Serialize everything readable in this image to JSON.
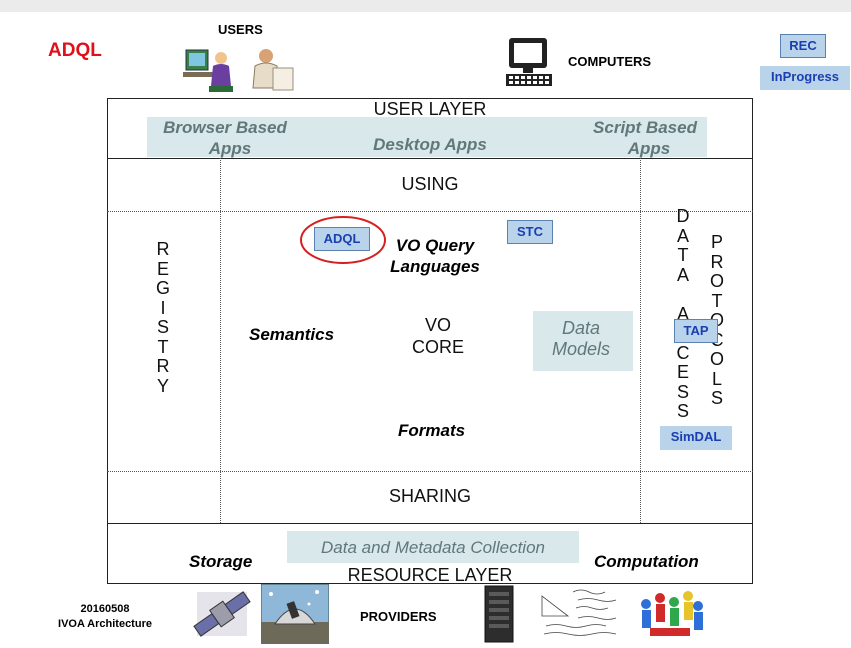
{
  "header": {
    "title": "ADQL",
    "users_label": "USERS",
    "computers_label": "COMPUTERS",
    "status_rec": "REC",
    "status_inprogress": "InProgress"
  },
  "user_layer": {
    "title": "USER LAYER",
    "browser_line1": "Browser Based",
    "browser_line2": "Apps",
    "desktop": "Desktop Apps",
    "script_line1": "Script Based",
    "script_line2": "Apps"
  },
  "using": "USING",
  "sharing": "SHARING",
  "registry_letters": [
    "R",
    "E",
    "G",
    "I",
    "S",
    "T",
    "R",
    "Y"
  ],
  "data_letters": [
    "D",
    "A",
    "T",
    "A",
    " ",
    "A",
    "C",
    "C",
    "E",
    "S",
    "S"
  ],
  "protocols_letters": [
    "P",
    "R",
    "O",
    "T",
    "O",
    "C",
    "O",
    "L",
    "S"
  ],
  "core": {
    "adql_badge": "ADQL",
    "stc_badge": "STC",
    "vo_query_line1": "VO Query",
    "vo_query_line2": "Languages",
    "semantics": "Semantics",
    "vo_core_line1": "VO",
    "vo_core_line2": "CORE",
    "data_models_line1": "Data",
    "data_models_line2": "Models",
    "formats": "Formats",
    "tap_badge": "TAP",
    "simdal_badge": "SimDAL"
  },
  "resource_layer": {
    "collection": "Data and Metadata Collection",
    "storage": "Storage",
    "computation": "Computation",
    "title": "RESOURCE LAYER"
  },
  "footer": {
    "date": "20160508",
    "doc": "IVOA Architecture",
    "providers": "PROVIDERS"
  },
  "colors": {
    "title_red": "#e0101a",
    "badge_fill": "#b9d3ea",
    "badge_text": "#1a3fb0",
    "teal_fill": "#d9e8ea",
    "teal_text": "#61787a",
    "highlight_circle": "#d42020"
  }
}
